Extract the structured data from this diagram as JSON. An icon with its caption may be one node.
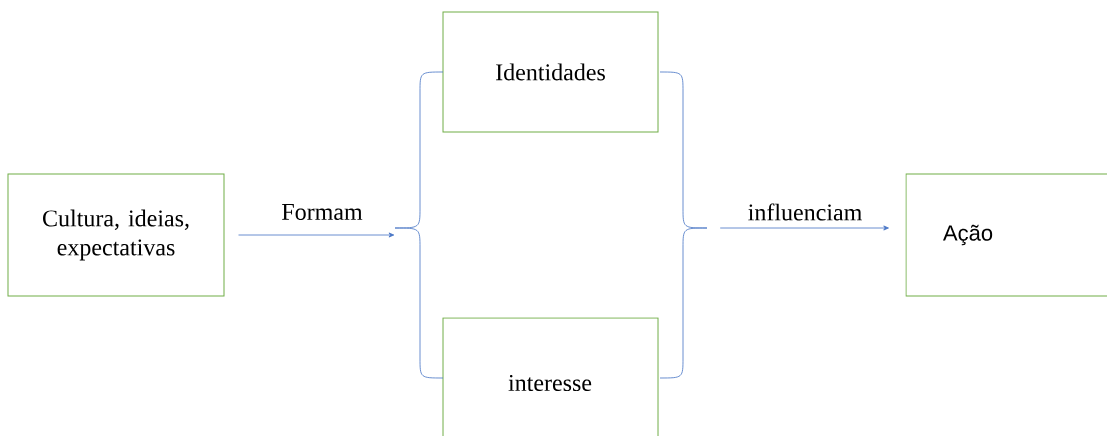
{
  "diagram": {
    "nodes": [
      {
        "text": [
          "Cultura, ideias, expectativas"
        ]
      },
      {
        "text": [
          "Identidades"
        ]
      },
      {
        "text": [
          "interesse"
        ]
      },
      {
        "text": [
          "Ação"
        ]
      },
      {
        "text": [],
        "shape": "brace"
      },
      {
        "text": [],
        "shape": "brace"
      }
    ],
    "edges": [
      {
        "from": 0,
        "to": 4,
        "arrow": "to",
        "label": "Formam"
      },
      {
        "from": 5,
        "to": 3,
        "arrow": "to",
        "label": "influenciam"
      }
    ]
  }
}
